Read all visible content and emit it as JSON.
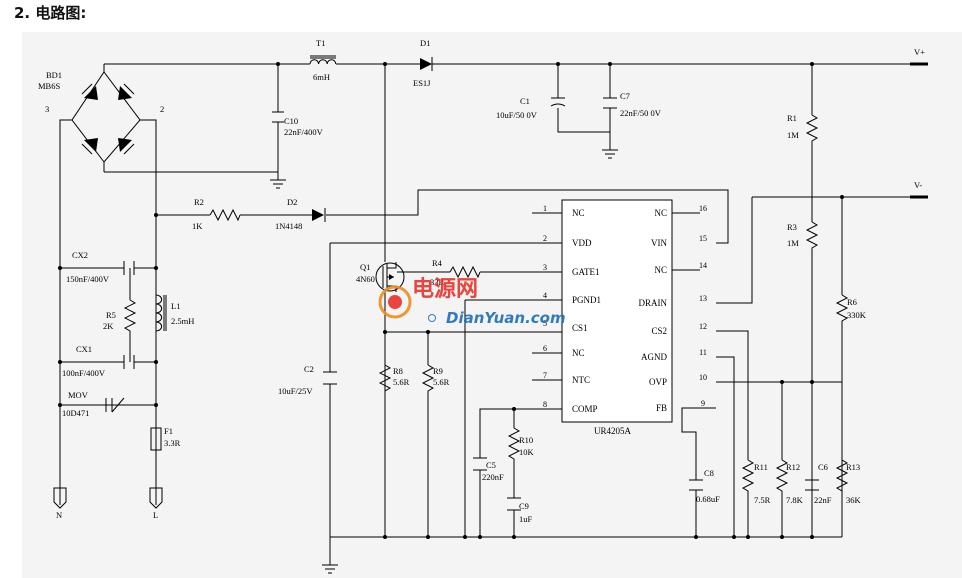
{
  "heading": "2.  电路图:",
  "components": {
    "bd1_ref": "BD1",
    "bd1_val": "MB6S",
    "bd1_pin3": "3",
    "bd1_pin2": "2",
    "t1_ref": "T1",
    "t1_val": "6mH",
    "d1_ref": "D1",
    "d1_val": "ES1J",
    "c10_ref": "C10",
    "c10_val": "22nF/400V",
    "c1_ref": "C1",
    "c1_val": "10uF/50 0V",
    "c7_ref": "C7",
    "c7_val": "22nF/50 0V",
    "r1_ref": "R1",
    "r1_val": "1M",
    "r2_ref": "R2",
    "r2_val": "1K",
    "d2_ref": "D2",
    "d2_val": "1N4148",
    "r3_ref": "R3",
    "r3_val": "1M",
    "cx2_ref": "CX2",
    "cx2_val": "150nF/400V",
    "r5_ref": "R5",
    "r5_val": "2K",
    "l1_ref": "L1",
    "l1_val": "2.5mH",
    "cx1_ref": "CX1",
    "cx1_val": "100nF/400V",
    "mov_ref": "MOV",
    "mov_val": "10D471",
    "f1_ref": "F1",
    "f1_val": "3.3R",
    "q1_ref": "Q1",
    "q1_val": "4N60",
    "r4_ref": "R4",
    "r4_val": "33R",
    "c2_ref": "C2",
    "c2_val": "10uF/25V",
    "r8_ref": "R8",
    "r8_val": "5.6R",
    "r9_ref": "R9",
    "r9_val": "5.6R",
    "c5_ref": "C5",
    "c5_val": "220nF",
    "r10_ref": "R10",
    "r10_val": "10K",
    "c9_ref": "C9",
    "c9_val": "1uF",
    "c8_ref": "C8",
    "c8_val": "0.68uF",
    "r11_ref": "R11",
    "r11_val": "7.5R",
    "r12_ref": "R12",
    "r12_val": "7.8K",
    "c6_ref": "C6",
    "c6_val": "22nF",
    "r13_ref": "R13",
    "r13_val": "36K",
    "r6_ref": "R6",
    "r6_val": "330K",
    "n_label": "N",
    "l_label": "L",
    "vplus": "V+",
    "vminus": "V-"
  },
  "ic": {
    "name": "UR4205A",
    "left_pins": [
      {
        "num": "1",
        "name": "NC"
      },
      {
        "num": "2",
        "name": "VDD"
      },
      {
        "num": "3",
        "name": "GATE1"
      },
      {
        "num": "4",
        "name": "PGND1"
      },
      {
        "num": "5",
        "name": "CS1"
      },
      {
        "num": "6",
        "name": "NC"
      },
      {
        "num": "7",
        "name": "NTC"
      },
      {
        "num": "8",
        "name": "COMP"
      }
    ],
    "right_pins": [
      {
        "num": "16",
        "name": "NC"
      },
      {
        "num": "15",
        "name": "VIN"
      },
      {
        "num": "14",
        "name": "NC"
      },
      {
        "num": "13",
        "name": "DRAIN"
      },
      {
        "num": "12",
        "name": "CS2"
      },
      {
        "num": "11",
        "name": "AGND"
      },
      {
        "num": "10",
        "name": "OVP"
      },
      {
        "num": "9",
        "name": "FB"
      }
    ]
  },
  "watermark": {
    "cn": "电源网",
    "en": "DianYuan.com",
    "colors": {
      "red": "#e8322b",
      "blue": "#1d6fb8",
      "orange": "#f08c1e"
    }
  }
}
